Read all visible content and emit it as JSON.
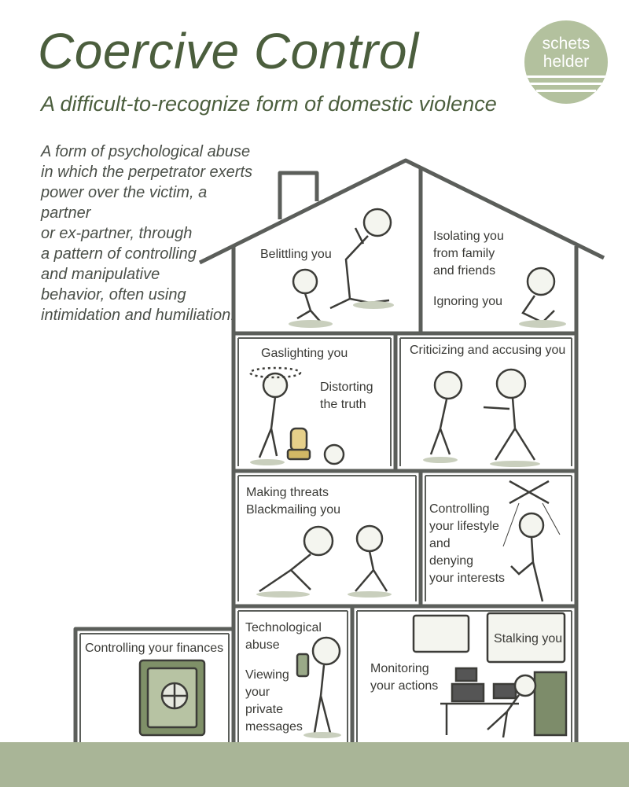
{
  "header": {
    "title": "Coercive Control",
    "subtitle": "A difficult-to-recognize form of domestic violence"
  },
  "logo": {
    "line1": "schets",
    "line2": "helder"
  },
  "intro": "A form of psychological abuse\nin which the perpetrator exerts\npower over the victim, a partner\nor ex-partner, through\na pattern of controlling\nand manipulative\nbehavior, often using\nintimidation and humiliation.",
  "rooms": {
    "belittling": "Belittling you",
    "isolating": "Isolating you\nfrom family\nand friends",
    "ignoring": "Ignoring you",
    "gaslighting": "Gaslighting you",
    "distorting": "Distorting\nthe truth",
    "criticizing": "Criticizing and accusing you",
    "threats": "Making threats\nBlackmailing you",
    "lifestyle": "Controlling\nyour lifestyle\nand\ndenying\nyour interests",
    "finances": "Controlling your finances",
    "tech": "Technological\nabuse",
    "viewing": "Viewing\nyour\nprivate\nmessages",
    "monitoring": "Monitoring\nyour actions",
    "stalking": "Stalking you"
  },
  "colors": {
    "accent": "#4b5e3d",
    "logo": "#b3c19e",
    "ground": "#a9b597",
    "wall": "#5b5e5a"
  }
}
